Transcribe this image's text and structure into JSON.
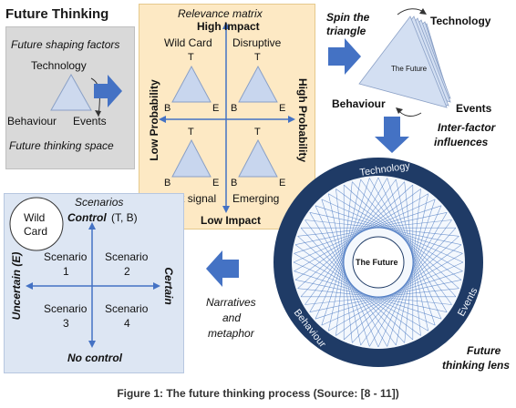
{
  "title": "Future Thinking",
  "factors": {
    "heading": "Future shaping factors",
    "technology": "Technology",
    "behaviour": "Behaviour",
    "events": "Events",
    "space": "Future thinking space"
  },
  "matrix": {
    "heading": "Relevance matrix",
    "high_impact": "High Impact",
    "low_impact": "Low Impact",
    "low_probability": "Low Probability",
    "high_probability": "High Probability",
    "quadrants": [
      "Wild Card",
      "Disruptive",
      "Weak signal",
      "Emerging"
    ],
    "vertex_t": "T",
    "vertex_b": "B",
    "vertex_e": "E"
  },
  "spin": {
    "label_line1": "Spin the",
    "label_line2": "triangle",
    "technology": "Technology",
    "behaviour": "Behaviour",
    "events": "Events",
    "the_future": "The Future",
    "inter_line1": "Inter-factor",
    "inter_line2": "influences"
  },
  "lens": {
    "the_future": "The Future",
    "technology": "Technology",
    "behaviour": "Behaviour",
    "events": "Events",
    "label_line1": "Future",
    "label_line2": "thinking lens"
  },
  "narratives": {
    "line1": "Narratives",
    "line2": "and",
    "line3": "metaphor"
  },
  "scenarios": {
    "heading": "Scenarios",
    "control": "Control",
    "control_suffix": "(T, B)",
    "no_control": "No control",
    "uncertain": "Uncertain (E)",
    "certain": "Certain",
    "wild_card_line1": "Wild",
    "wild_card_line2": "Card",
    "cells": [
      {
        "line1": "Scenario",
        "line2": "1"
      },
      {
        "line1": "Scenario",
        "line2": "2"
      },
      {
        "line1": "Scenario",
        "line2": "3"
      },
      {
        "line1": "Scenario",
        "line2": "4"
      }
    ]
  },
  "caption": "Figure 1: The future thinking process (Source: [8 - 11])",
  "colors": {
    "arrow_blue": "#4472c4",
    "triangle_fill": "#c8d6ee",
    "lens_ring": "#1f3b66",
    "string_art": "#4a78c2"
  }
}
